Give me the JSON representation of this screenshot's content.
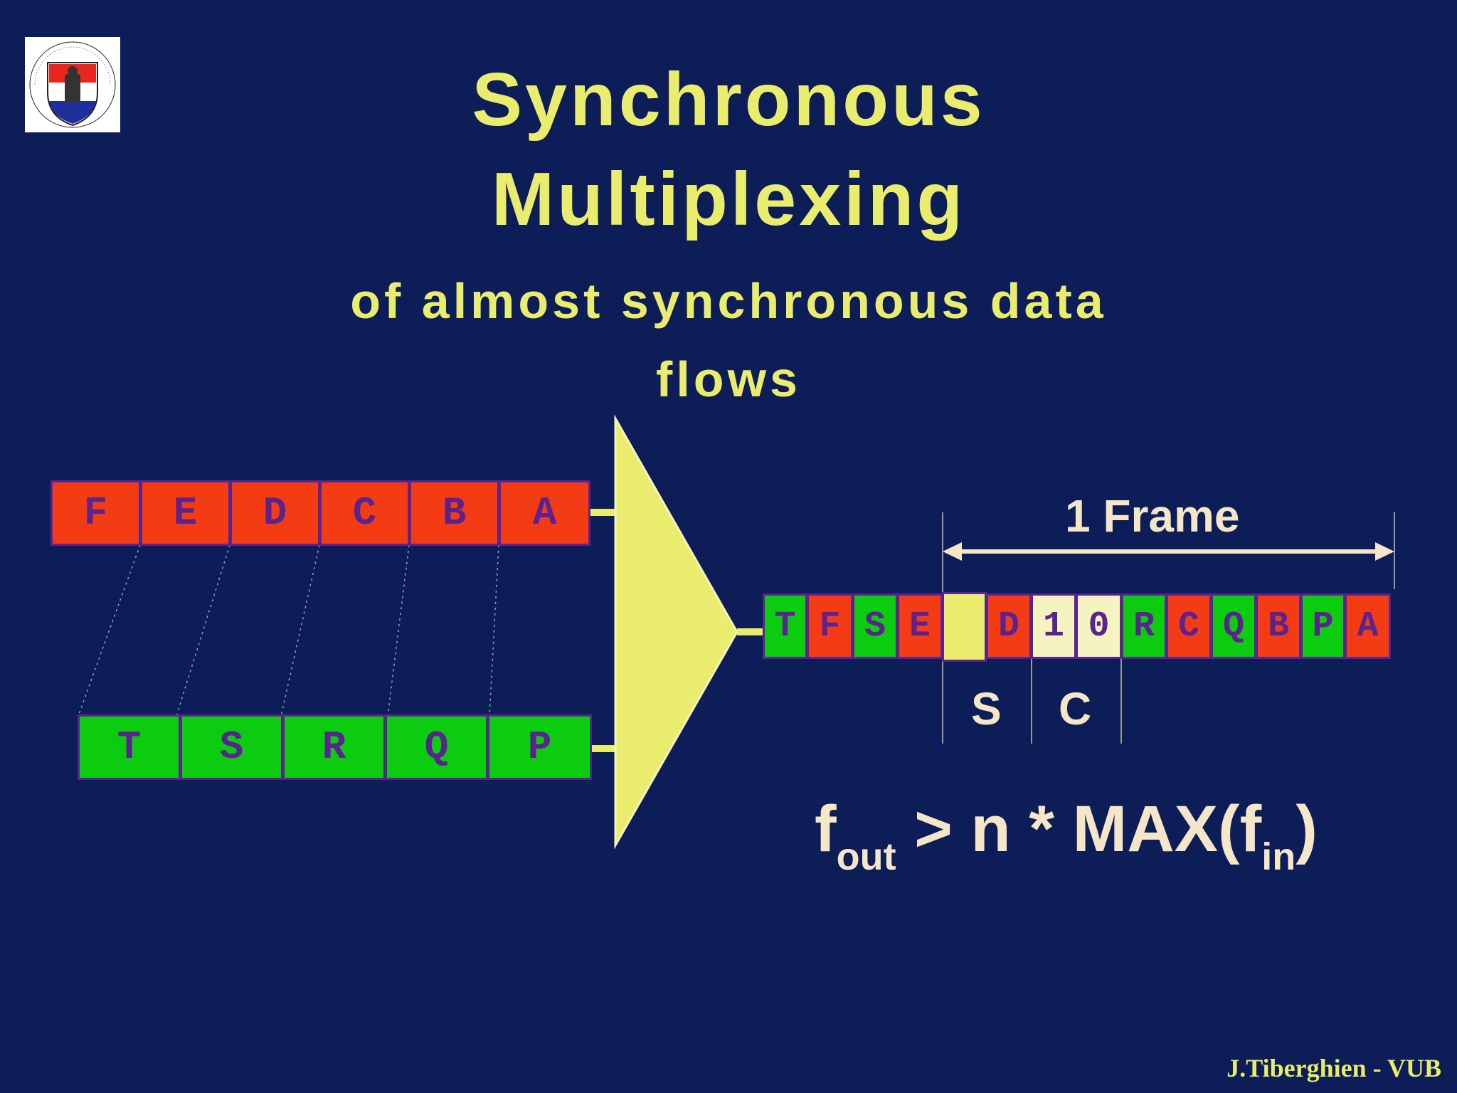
{
  "title": {
    "line1": "Synchronous",
    "line2": "Multiplexing",
    "subtitle_line1": "of almost synchronous data",
    "subtitle_line2": "flows"
  },
  "input_a": [
    "F",
    "E",
    "D",
    "C",
    "B",
    "A"
  ],
  "input_b": [
    "T",
    "S",
    "R",
    "Q",
    "P"
  ],
  "output_frame": [
    {
      "label": "T",
      "color": "green"
    },
    {
      "label": "F",
      "color": "red"
    },
    {
      "label": "S",
      "color": "green"
    },
    {
      "label": "E",
      "color": "red"
    },
    {
      "label": "",
      "color": "yellow"
    },
    {
      "label": "D",
      "color": "red"
    },
    {
      "label": "1",
      "color": "pale"
    },
    {
      "label": "0",
      "color": "pale"
    },
    {
      "label": "R",
      "color": "green"
    },
    {
      "label": "C",
      "color": "red"
    },
    {
      "label": "Q",
      "color": "green"
    },
    {
      "label": "B",
      "color": "red"
    },
    {
      "label": "P",
      "color": "green"
    },
    {
      "label": "A",
      "color": "red"
    }
  ],
  "frame_label": "1 Frame",
  "sync_label": "S",
  "control_label": "C",
  "formula": {
    "f": "f",
    "out": "out",
    "middle": " > n * MAX(f",
    "in": "in",
    "end": ")"
  },
  "footer": "J.Tiberghien - VUB",
  "logo": {
    "icon": "university-crest-icon",
    "text": "VRIJE UNIVERSITEIT BRUSSEL · SCIENTIA VINCERE TENEBRAS"
  },
  "colors": {
    "background": "#0c1d57",
    "title": "#e9ec6c",
    "red": "#f43c14",
    "green": "#0ccc10",
    "border": "#5a2390",
    "label": "#f5e6c8"
  }
}
